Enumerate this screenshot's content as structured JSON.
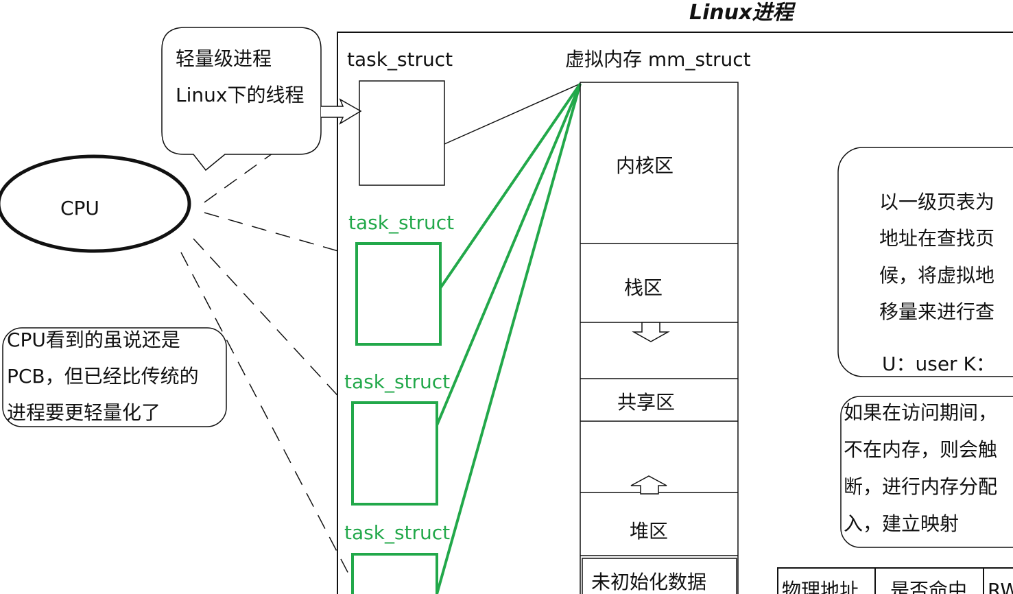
{
  "title": "Linux进程",
  "colors": {
    "green": "#22a84a",
    "black": "#111111"
  },
  "cpu": {
    "label": "CPU"
  },
  "bubble_top": {
    "lines": [
      "轻量级进程",
      "Linux下的线程"
    ]
  },
  "bubble_left": {
    "lines": [
      "CPU看到的虽说还是",
      "PCB，但已经比传统的",
      "进程要更轻量化了"
    ]
  },
  "task_structs": [
    "task_struct",
    "task_struct",
    "task_struct",
    "task_struct"
  ],
  "mm_struct": {
    "label": "虚拟内存 mm_struct"
  },
  "memory_regions": [
    "内核区",
    "栈区",
    "共享区",
    "堆区",
    "未初始化数据"
  ],
  "note_page_table": {
    "lines": [
      "以一级页表为",
      "地址在查找页",
      "候，将虚拟地",
      "移量来进行查",
      "U：user  K："
    ]
  },
  "note_page_fault": {
    "lines": [
      "如果在访问期间，",
      "不在内存，则会触",
      "断，进行内存分配",
      "入，建立映射"
    ]
  },
  "table": {
    "headers": [
      "物理地址",
      "是否命中",
      "RW"
    ]
  }
}
